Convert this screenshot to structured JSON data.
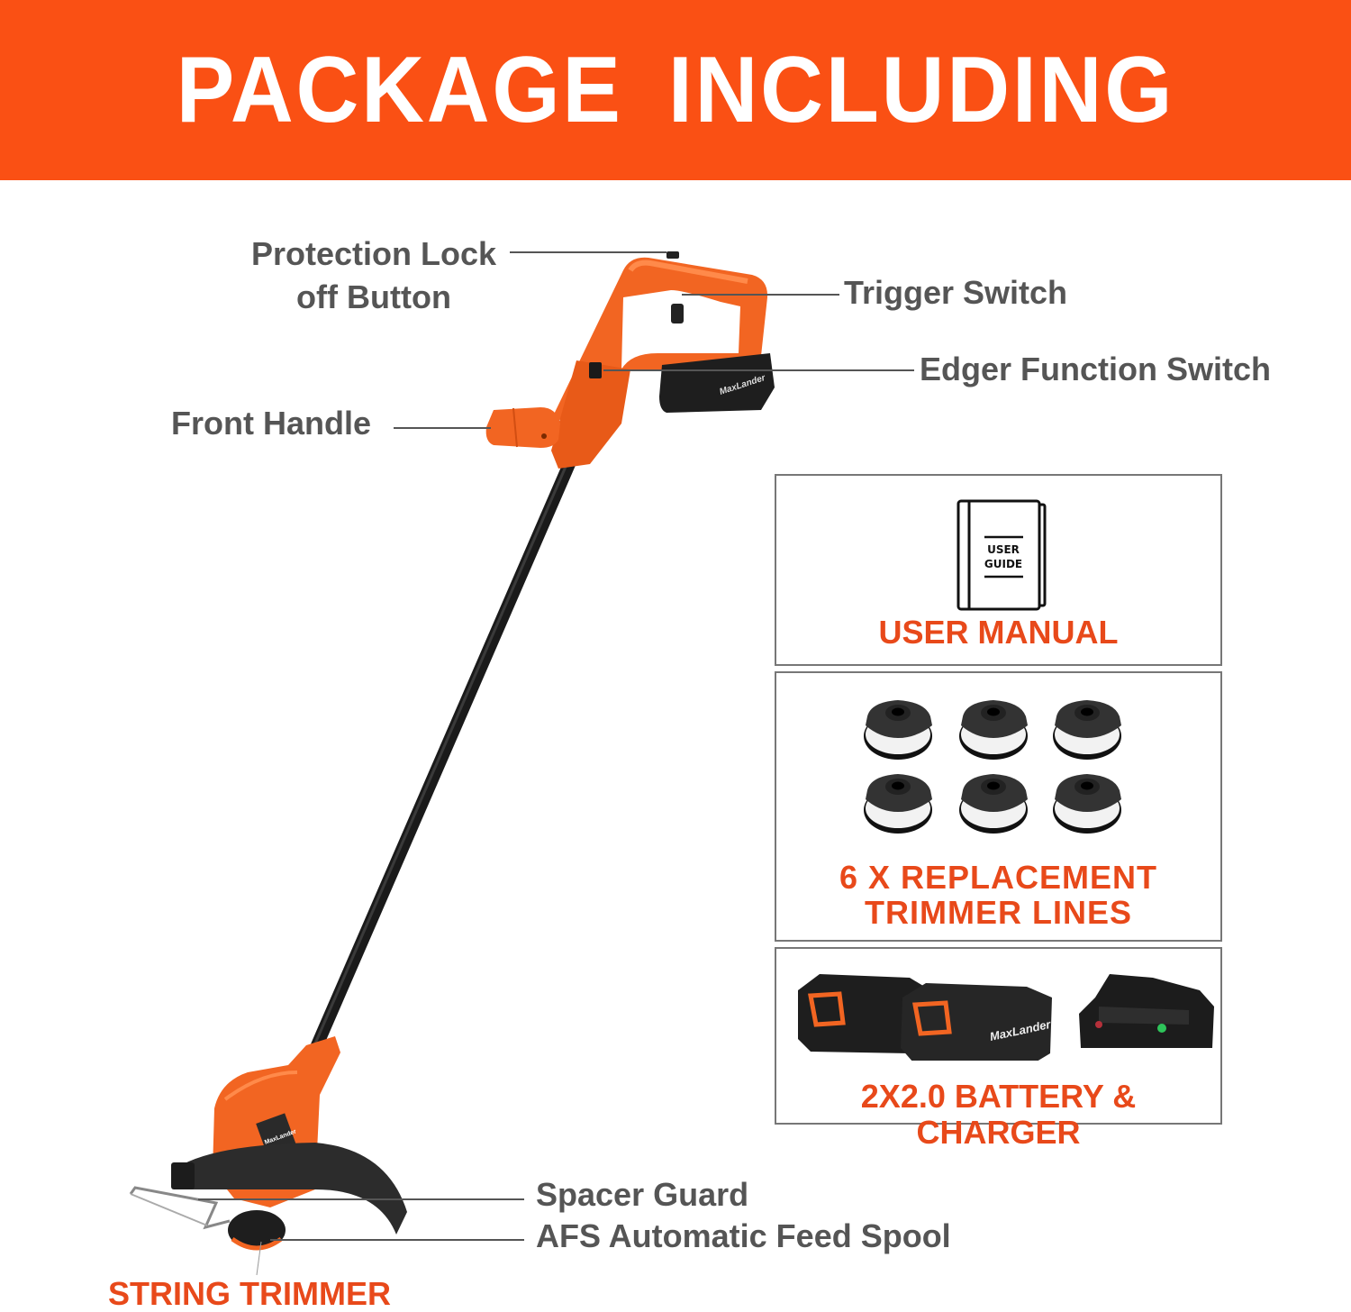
{
  "banner": {
    "title": "PACKAGE INCLUDING",
    "background_color": "#fa5014"
  },
  "main_product": {
    "label": "STRING TRIMMER",
    "brand_mark": "MaxLander",
    "body_color": "#f26522",
    "callouts": [
      {
        "line1": "Protection Lock",
        "line2": "off Button"
      },
      {
        "line1": "Trigger Switch"
      },
      {
        "line1": "Edger Function Switch"
      },
      {
        "line1": "Front Handle"
      },
      {
        "line1": "Spacer Guard"
      },
      {
        "line1": "AFS Automatic Feed Spool"
      }
    ]
  },
  "package_items": [
    {
      "label": "USER MANUAL",
      "icon": "book-icon",
      "icon_text_line1": "USER",
      "icon_text_line2": "GUIDE"
    },
    {
      "label_line1": "6 X REPLACEMENT",
      "label_line2": "TRIMMER LINES",
      "quantity": 6,
      "icon": "spool-icon"
    },
    {
      "label": "2X2.0 BATTERY & CHARGER",
      "battery_count": 2,
      "battery_capacity": "2.0",
      "brand_mark": "MaxLander"
    }
  ],
  "colors": {
    "accent": "#e8491a",
    "callout_text": "#555555",
    "panel_border": "#777777"
  }
}
